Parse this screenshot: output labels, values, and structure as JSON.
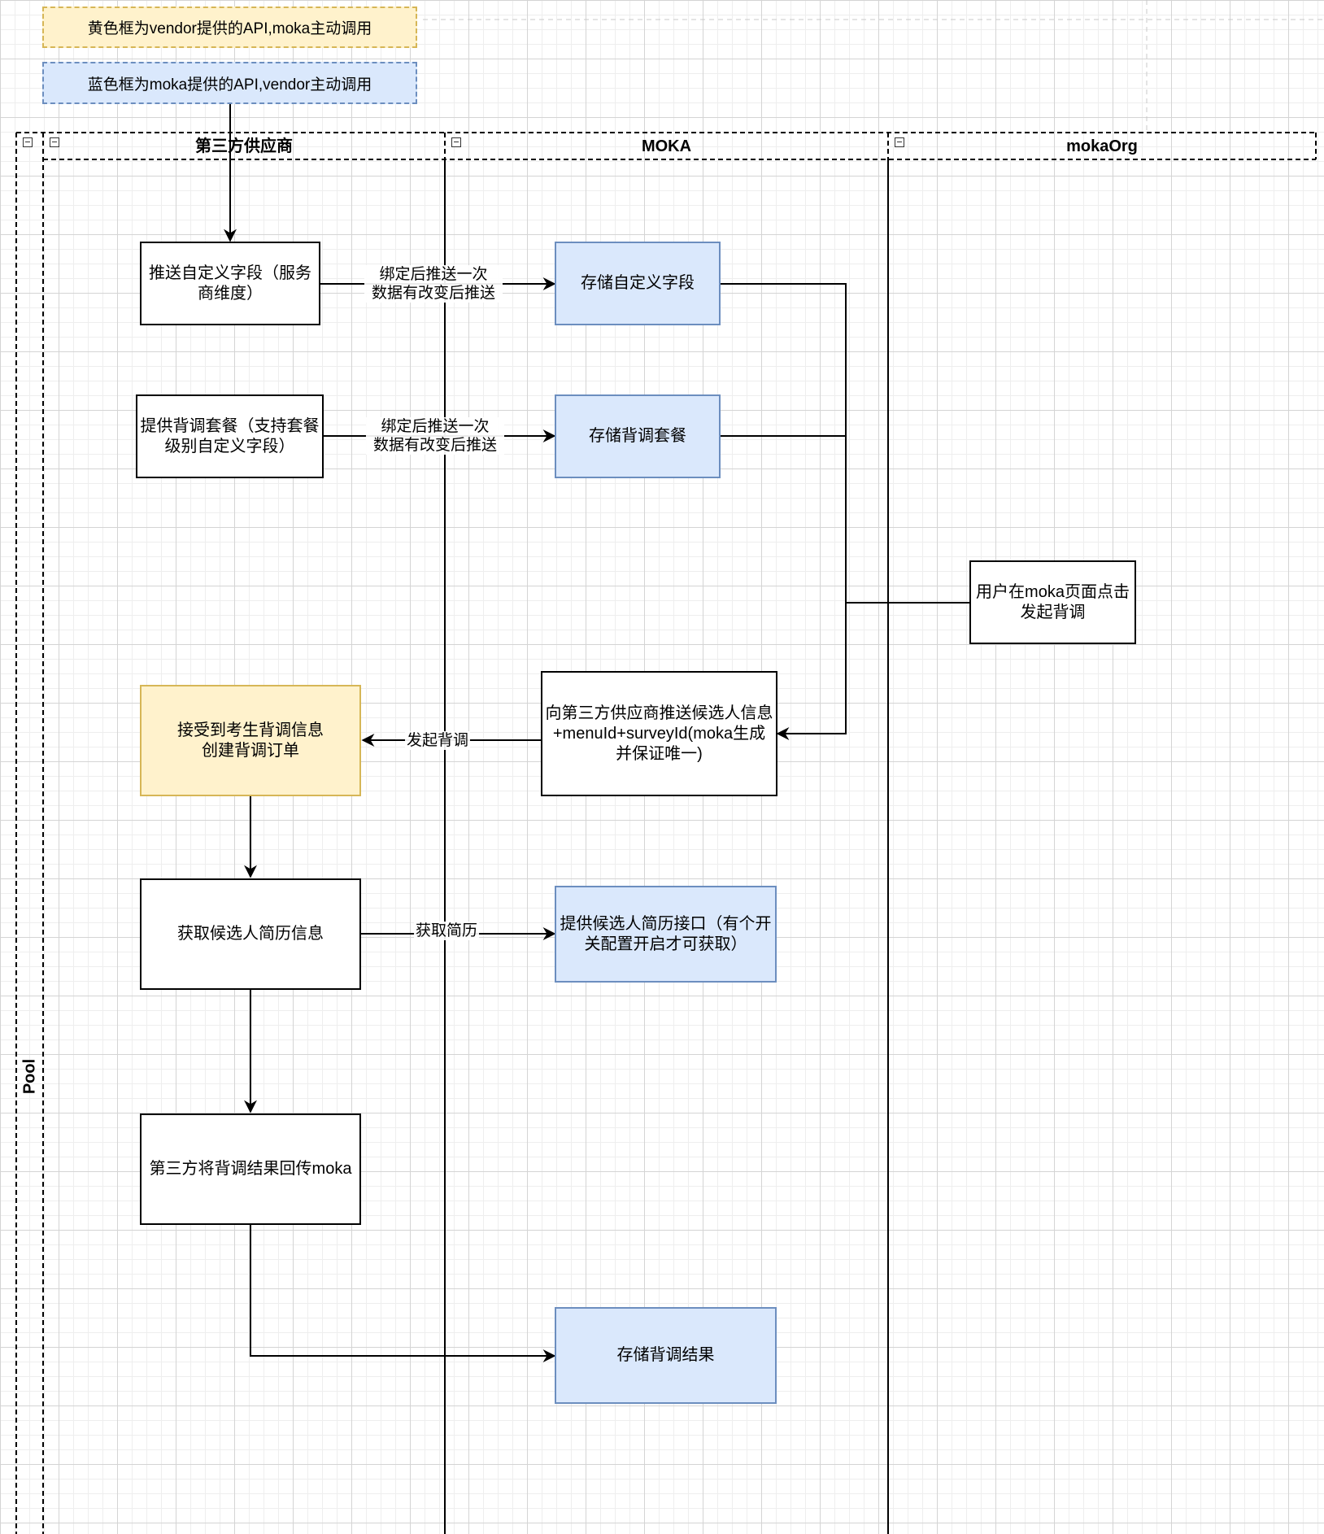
{
  "legend": {
    "yellow": "黄色框为vendor提供的API,moka主动调用",
    "blue": "蓝色框为moka提供的API,vendor主动调用"
  },
  "pool": {
    "title": "Pool",
    "lanes": [
      "第三方供应商",
      "MOKA",
      "mokaOrg"
    ]
  },
  "nodes": {
    "push_custom_fields": "推送自定义字段（服务\n商维度）",
    "provide_packages": "提供背调套餐（支持套餐\n级别自定义字段）",
    "store_custom_fields": "存储自定义字段",
    "store_packages": "存储背调套餐",
    "user_initiate": "用户在moka页面点击\n发起背调",
    "push_candidate": "向第三方供应商推送候选人信息\n+menuId+surveyId(moka生成\n并保证唯一)",
    "receive_order": "接受到考生背调信息\n创建背调订单",
    "get_resume": "获取候选人简历信息",
    "resume_api": "提供候选人简历接口（有个开\n关配置开启才可获取）",
    "return_result": "第三方将背调结果回传moka",
    "store_result": "存储背调结果"
  },
  "edge_labels": {
    "push_custom_fields": "绑定后推送一次\n数据有改变后推送",
    "push_packages": "绑定后推送一次\n数据有改变后推送",
    "initiate": "发起背调",
    "get_resume": "获取简历"
  },
  "colors": {
    "blue_fill": "#dae8fc",
    "blue_stroke": "#6c8ebf",
    "yellow_fill": "#fff2cc",
    "yellow_stroke": "#d6b656"
  }
}
